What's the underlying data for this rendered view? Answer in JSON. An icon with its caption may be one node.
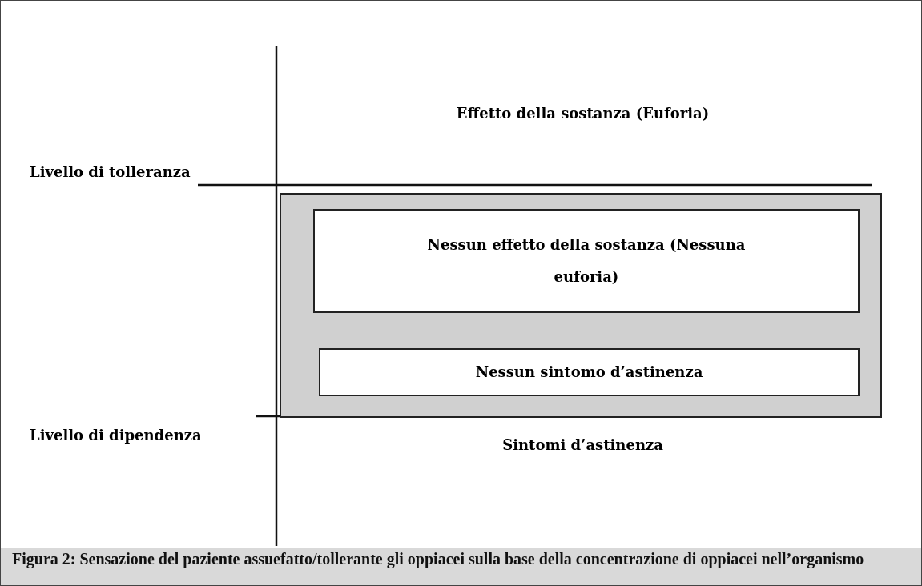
{
  "diagram": {
    "caption": "Figura 2: Sensazione del paziente assuefatto/tollerante gli oppiacei sulla base della concentrazione di oppiacei nell’organismo",
    "nodes": [
      {
        "text": [],
        "shape": "box"
      },
      {
        "text": [
          "Nessun effetto della sostanza (Nessuna euforia)"
        ],
        "in": 0
      },
      {
        "text": [
          "Nessun sintomo d’astinenza"
        ],
        "in": 0
      }
    ],
    "labels": [
      "Effetto della sostanza (Euforia)",
      "Livello di tolleranza",
      "Livello di dipendenza",
      "Sintomi d’astinenza"
    ]
  }
}
